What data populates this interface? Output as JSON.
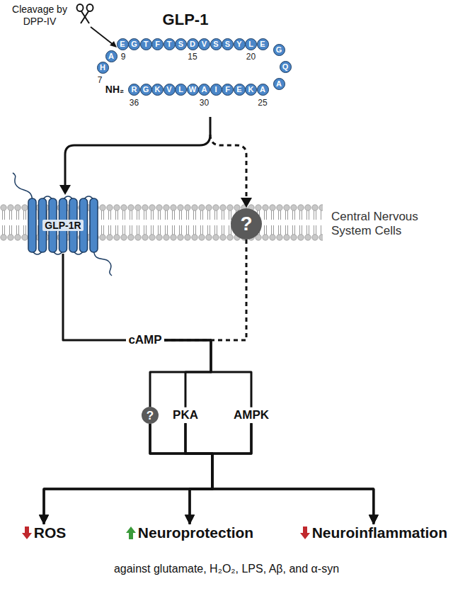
{
  "diagram": {
    "caption": "against glutamate, H₂O₂, LPS, Aβ, and α-syn",
    "nodes": [
      {
        "text": [
          "H"
        ]
      },
      {
        "text": [
          "A"
        ]
      },
      {
        "text": [
          "E"
        ]
      },
      {
        "text": [
          "G"
        ]
      },
      {
        "text": [
          "T"
        ]
      },
      {
        "text": [
          "F"
        ]
      },
      {
        "text": [
          "T"
        ]
      },
      {
        "text": [
          "S"
        ]
      },
      {
        "text": [
          "D"
        ]
      },
      {
        "text": [
          "V"
        ]
      },
      {
        "text": [
          "S"
        ]
      },
      {
        "text": [
          "S"
        ]
      },
      {
        "text": [
          "Y"
        ]
      },
      {
        "text": [
          "L"
        ]
      },
      {
        "text": [
          "E"
        ]
      },
      {
        "text": [
          "G"
        ]
      },
      {
        "text": [
          "Q"
        ]
      },
      {
        "text": [
          "A"
        ]
      },
      {
        "text": [
          "A"
        ]
      },
      {
        "text": [
          "K"
        ]
      },
      {
        "text": [
          "E"
        ]
      },
      {
        "text": [
          "F"
        ]
      },
      {
        "text": [
          "I"
        ]
      },
      {
        "text": [
          "A"
        ]
      },
      {
        "text": [
          "W"
        ]
      },
      {
        "text": [
          "L"
        ]
      },
      {
        "text": [
          "V"
        ]
      },
      {
        "text": [
          "K"
        ]
      },
      {
        "text": [
          "G"
        ]
      },
      {
        "text": [
          "R"
        ]
      },
      {
        "text": [
          "GLP-1R"
        ]
      },
      {
        "text": [
          "?"
        ]
      },
      {
        "text": [
          "cAMP"
        ]
      },
      {
        "text": [
          "?"
        ]
      },
      {
        "text": [
          "PKA"
        ]
      },
      {
        "text": [
          "AMPK"
        ]
      },
      {
        "text": [
          "ROS"
        ]
      },
      {
        "text": [
          "Neuroprotection"
        ]
      },
      {
        "text": [
          "Neuroinflammation"
        ]
      }
    ],
    "edges": [
      {
        "from": 30,
        "to": 32,
        "arrow": "none"
      },
      {
        "from": 31,
        "to": 32,
        "arrow": "none"
      },
      {
        "from": 32,
        "to": 33,
        "arrow": "none"
      },
      {
        "from": 32,
        "to": 34,
        "arrow": "none"
      },
      {
        "from": 32,
        "to": 35,
        "arrow": "none"
      },
      {
        "from": 33,
        "to": 36,
        "arrow": "to"
      },
      {
        "from": 33,
        "to": 37,
        "arrow": "to"
      },
      {
        "from": 33,
        "to": 38,
        "arrow": "to"
      },
      {
        "from": 34,
        "to": 36,
        "arrow": "to"
      },
      {
        "from": 34,
        "to": 37,
        "arrow": "to"
      },
      {
        "from": 34,
        "to": 38,
        "arrow": "to"
      },
      {
        "from": 35,
        "to": 36,
        "arrow": "to"
      },
      {
        "from": 35,
        "to": 37,
        "arrow": "to"
      },
      {
        "from": 35,
        "to": 38,
        "arrow": "to"
      }
    ],
    "labels": [
      "Cleavage by DPP-IV",
      "GLP-1",
      "7",
      "9",
      "15",
      "20",
      "25",
      "30",
      "36",
      "NH₂",
      "Central Nervous System Cells"
    ]
  }
}
